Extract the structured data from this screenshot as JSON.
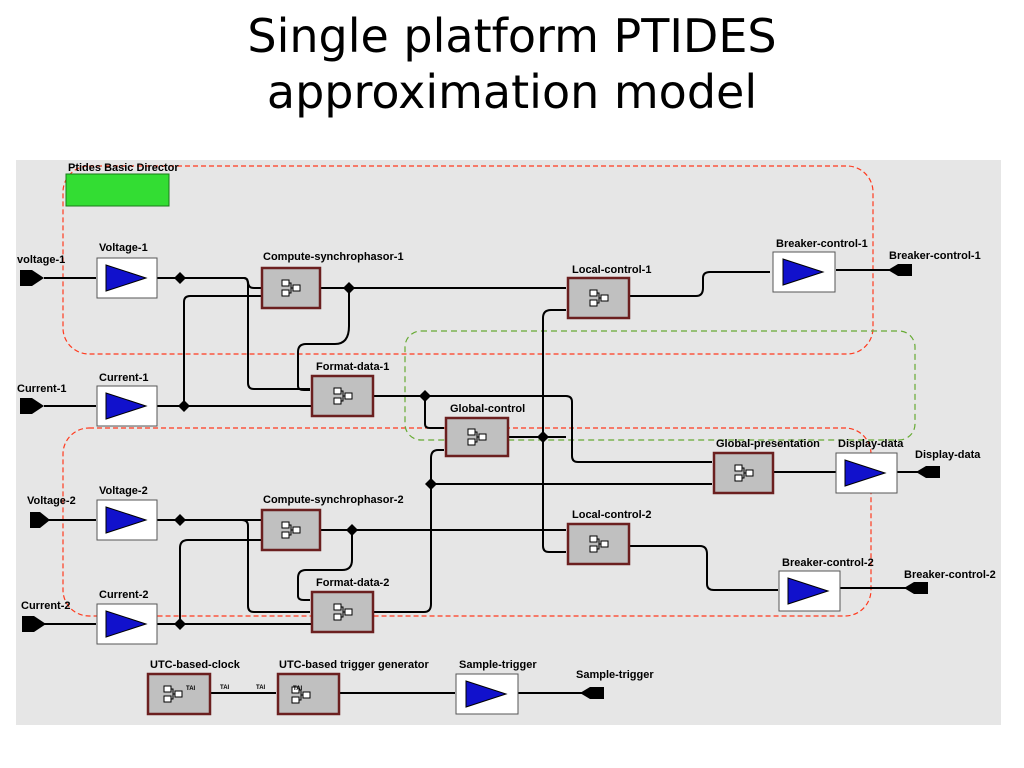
{
  "title": {
    "line1": "Single platform PTIDES",
    "line2": "approximation model"
  },
  "colors": {
    "background": "#e6e6e6",
    "director": "#33dd33",
    "actor_fill": "#c0c0c0",
    "actor_border": "#6b1f1f",
    "triangle": "#1111cc",
    "red_region": "#ff3b1f",
    "green_region": "#66aa33",
    "wire": "#000000"
  },
  "director": {
    "label": "Ptides Basic Director"
  },
  "ports": {
    "voltage_1": "voltage-1",
    "current_1": "Current-1",
    "voltage_2": "Voltage-2",
    "current_2": "Current-2",
    "breaker_control_1": "Breaker-control-1",
    "display_data": "Display-data",
    "breaker_control_2": "Breaker-control-2",
    "sample_trigger": "Sample-trigger"
  },
  "actors": {
    "voltage_1": "Voltage-1",
    "current_1": "Current-1",
    "voltage_2": "Voltage-2",
    "current_2": "Current-2",
    "compute_sync_1": "Compute-synchrophasor-1",
    "compute_sync_2": "Compute-synchrophasor-2",
    "format_data_1": "Format-data-1",
    "format_data_2": "Format-data-2",
    "global_control": "Global-control",
    "local_control_1": "Local-control-1",
    "local_control_2": "Local-control-2",
    "breaker_control_1": "Breaker-control-1",
    "breaker_control_2": "Breaker-control-2",
    "global_presentation": "Global-presentation",
    "display_data": "Display-data",
    "utc_clock": "UTC-based-clock",
    "trigger_generator": "UTC-based trigger generator",
    "sample_trigger": "Sample-trigger"
  },
  "port_tags": {
    "tai": "TAI"
  }
}
